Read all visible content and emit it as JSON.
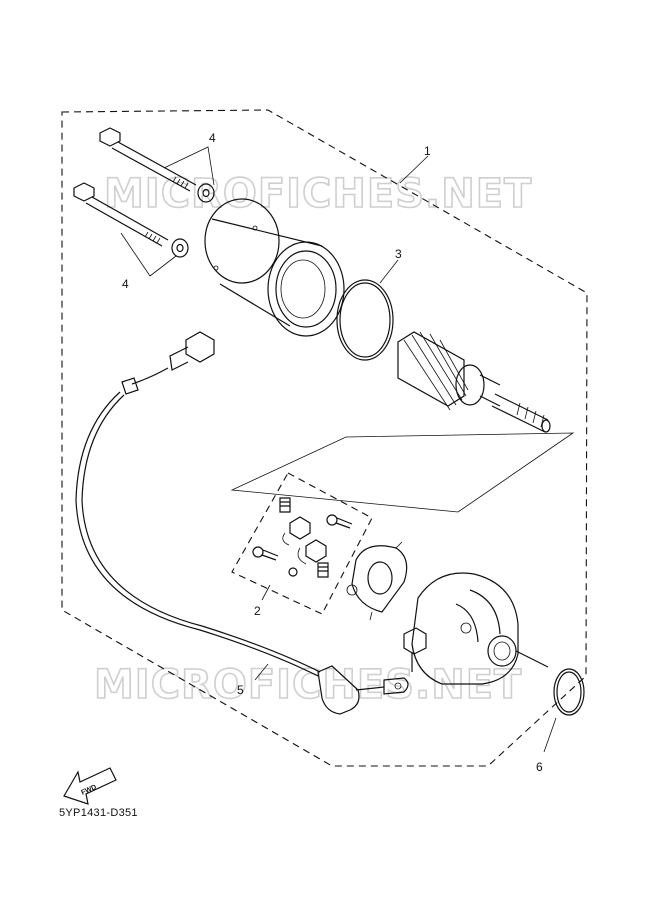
{
  "watermarks": [
    "MICROFICHES.NET",
    "MICROFICHES.NET"
  ],
  "callouts": {
    "c1": "1",
    "c2": "2",
    "c3": "3",
    "c4a": "4",
    "c4b": "4",
    "c5": "5",
    "c6": "6"
  },
  "fwd_label": "FWD",
  "diagram_code": "5YP1431-D351"
}
